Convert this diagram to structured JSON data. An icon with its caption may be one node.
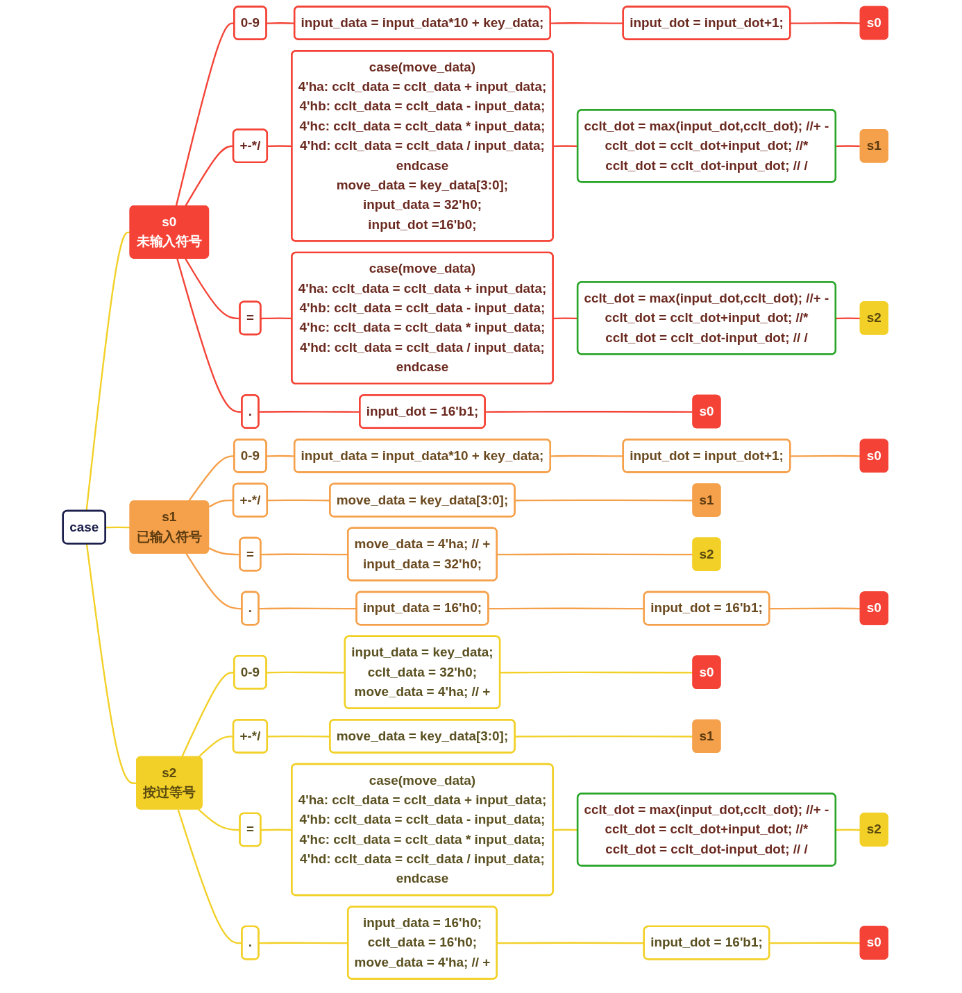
{
  "diagram": {
    "nodes": [
      {
        "text": [
          "case"
        ]
      },
      {
        "text": [
          "s0",
          "未输入符号"
        ]
      },
      {
        "text": [
          "0-9"
        ]
      },
      {
        "text": [
          "input_data = input_data*10 + key_data;"
        ]
      },
      {
        "text": [
          "input_dot = input_dot+1;"
        ]
      },
      {
        "text": [
          "s0"
        ]
      },
      {
        "text": [
          "+-*/"
        ]
      },
      {
        "text": [
          "case(move_data)",
          "4'ha: cclt_data = cclt_data + input_data;",
          "4'hb: cclt_data = cclt_data - input_data;",
          "4'hc: cclt_data = cclt_data * input_data;",
          "4'hd: cclt_data = cclt_data / input_data;",
          "endcase",
          "move_data = key_data[3:0];",
          "input_data = 32'h0;",
          "input_dot =16'b0;"
        ]
      },
      {
        "text": [
          "cclt_dot = max(input_dot,cclt_dot); //+ -",
          "cclt_dot = cclt_dot+input_dot; //*",
          "cclt_dot = cclt_dot-input_dot; // /"
        ]
      },
      {
        "text": [
          "s1"
        ]
      },
      {
        "text": [
          "="
        ]
      },
      {
        "text": [
          "case(move_data)",
          "4'ha: cclt_data = cclt_data + input_data;",
          "4'hb: cclt_data = cclt_data - input_data;",
          "4'hc: cclt_data = cclt_data * input_data;",
          "4'hd: cclt_data = cclt_data / input_data;",
          "endcase"
        ]
      },
      {
        "text": [
          "cclt_dot = max(input_dot,cclt_dot); //+ -",
          "cclt_dot = cclt_dot+input_dot; //*",
          "cclt_dot = cclt_dot-input_dot; // /"
        ]
      },
      {
        "text": [
          "s2"
        ]
      },
      {
        "text": [
          "."
        ]
      },
      {
        "text": [
          "input_dot = 16'b1;"
        ]
      },
      {
        "text": [
          "s0"
        ]
      },
      {
        "text": [
          "s1",
          "已输入符号"
        ]
      },
      {
        "text": [
          "0-9"
        ]
      },
      {
        "text": [
          "input_data = input_data*10 + key_data;"
        ]
      },
      {
        "text": [
          "input_dot = input_dot+1;"
        ]
      },
      {
        "text": [
          "s0"
        ]
      },
      {
        "text": [
          "+-*/"
        ]
      },
      {
        "text": [
          "move_data = key_data[3:0];"
        ]
      },
      {
        "text": [
          "s1"
        ]
      },
      {
        "text": [
          "="
        ]
      },
      {
        "text": [
          "move_data = 4'ha; // +",
          "input_data = 32'h0;"
        ]
      },
      {
        "text": [
          "s2"
        ]
      },
      {
        "text": [
          "."
        ]
      },
      {
        "text": [
          "input_data = 16'h0;"
        ]
      },
      {
        "text": [
          "input_dot = 16'b1;"
        ]
      },
      {
        "text": [
          "s0"
        ]
      },
      {
        "text": [
          "s2",
          "按过等号"
        ]
      },
      {
        "text": [
          "0-9"
        ]
      },
      {
        "text": [
          "input_data = key_data;",
          "cclt_data = 32'h0;",
          "move_data = 4'ha; // +"
        ]
      },
      {
        "text": [
          "s0"
        ]
      },
      {
        "text": [
          "+-*/"
        ]
      },
      {
        "text": [
          "move_data = key_data[3:0];"
        ]
      },
      {
        "text": [
          "s1"
        ]
      },
      {
        "text": [
          "="
        ]
      },
      {
        "text": [
          "case(move_data)",
          "4'ha: cclt_data = cclt_data + input_data;",
          "4'hb: cclt_data = cclt_data - input_data;",
          "4'hc: cclt_data = cclt_data * input_data;",
          "4'hd: cclt_data = cclt_data / input_data;",
          "endcase"
        ]
      },
      {
        "text": [
          "cclt_dot = max(input_dot,cclt_dot); //+ -",
          "cclt_dot = cclt_dot+input_dot; //*",
          "cclt_dot = cclt_dot-input_dot; // /"
        ]
      },
      {
        "text": [
          "s2"
        ]
      },
      {
        "text": [
          "."
        ]
      },
      {
        "text": [
          "input_data = 16'h0;",
          "cclt_data = 16'h0;",
          "move_data = 4'ha; // +"
        ]
      },
      {
        "text": [
          "input_dot = 16'b1;"
        ]
      },
      {
        "text": [
          "s0"
        ]
      }
    ],
    "edges": [
      {
        "from": 0,
        "to": 1,
        "arrow": "none"
      },
      {
        "from": 0,
        "to": 17,
        "arrow": "none"
      },
      {
        "from": 0,
        "to": 32,
        "arrow": "none"
      },
      {
        "from": 1,
        "to": 2,
        "arrow": "none",
        "color": "#f44336"
      },
      {
        "from": 2,
        "to": 3,
        "arrow": "none",
        "color": "#f44336"
      },
      {
        "from": 3,
        "to": 4,
        "arrow": "none",
        "color": "#f44336"
      },
      {
        "from": 4,
        "to": 5,
        "arrow": "none",
        "color": "#f44336"
      },
      {
        "from": 1,
        "to": 6,
        "arrow": "none",
        "color": "#f44336"
      },
      {
        "from": 6,
        "to": 7,
        "arrow": "none",
        "color": "#f44336"
      },
      {
        "from": 7,
        "to": 8,
        "arrow": "none",
        "color": "#f44336"
      },
      {
        "from": 8,
        "to": 9,
        "arrow": "none",
        "color": "#f44336"
      },
      {
        "from": 1,
        "to": 10,
        "arrow": "none",
        "color": "#f44336"
      },
      {
        "from": 10,
        "to": 11,
        "arrow": "none",
        "color": "#f44336"
      },
      {
        "from": 11,
        "to": 12,
        "arrow": "none",
        "color": "#f44336"
      },
      {
        "from": 12,
        "to": 13,
        "arrow": "none",
        "color": "#f44336"
      },
      {
        "from": 1,
        "to": 14,
        "arrow": "none",
        "color": "#f44336"
      },
      {
        "from": 14,
        "to": 15,
        "arrow": "none",
        "color": "#f44336"
      },
      {
        "from": 15,
        "to": 16,
        "arrow": "none",
        "color": "#f44336"
      },
      {
        "from": 17,
        "to": 18,
        "arrow": "none",
        "color": "#f5a04a"
      },
      {
        "from": 18,
        "to": 19,
        "arrow": "none",
        "color": "#f5a04a"
      },
      {
        "from": 19,
        "to": 20,
        "arrow": "none",
        "color": "#f5a04a"
      },
      {
        "from": 20,
        "to": 21,
        "arrow": "none",
        "color": "#f5a04a"
      },
      {
        "from": 17,
        "to": 22,
        "arrow": "none",
        "color": "#f5a04a"
      },
      {
        "from": 22,
        "to": 23,
        "arrow": "none",
        "color": "#f5a04a"
      },
      {
        "from": 23,
        "to": 24,
        "arrow": "none",
        "color": "#f5a04a"
      },
      {
        "from": 17,
        "to": 25,
        "arrow": "none",
        "color": "#f5a04a"
      },
      {
        "from": 25,
        "to": 26,
        "arrow": "none",
        "color": "#f5a04a"
      },
      {
        "from": 26,
        "to": 27,
        "arrow": "none",
        "color": "#f5a04a"
      },
      {
        "from": 17,
        "to": 28,
        "arrow": "none",
        "color": "#f5a04a"
      },
      {
        "from": 28,
        "to": 29,
        "arrow": "none",
        "color": "#f5a04a"
      },
      {
        "from": 29,
        "to": 30,
        "arrow": "none",
        "color": "#f5a04a"
      },
      {
        "from": 30,
        "to": 31,
        "arrow": "none",
        "color": "#f5a04a"
      },
      {
        "from": 32,
        "to": 33,
        "arrow": "none"
      },
      {
        "from": 33,
        "to": 34,
        "arrow": "none"
      },
      {
        "from": 34,
        "to": 35,
        "arrow": "none"
      },
      {
        "from": 32,
        "to": 36,
        "arrow": "none"
      },
      {
        "from": 36,
        "to": 37,
        "arrow": "none"
      },
      {
        "from": 37,
        "to": 38,
        "arrow": "none"
      },
      {
        "from": 32,
        "to": 39,
        "arrow": "none"
      },
      {
        "from": 39,
        "to": 40,
        "arrow": "none"
      },
      {
        "from": 40,
        "to": 41,
        "arrow": "none"
      },
      {
        "from": 41,
        "to": 42,
        "arrow": "none"
      },
      {
        "from": 32,
        "to": 43,
        "arrow": "none"
      },
      {
        "from": 43,
        "to": 44,
        "arrow": "none"
      },
      {
        "from": 44,
        "to": 45,
        "arrow": "none"
      },
      {
        "from": 45,
        "to": 46,
        "arrow": "none"
      }
    ]
  }
}
